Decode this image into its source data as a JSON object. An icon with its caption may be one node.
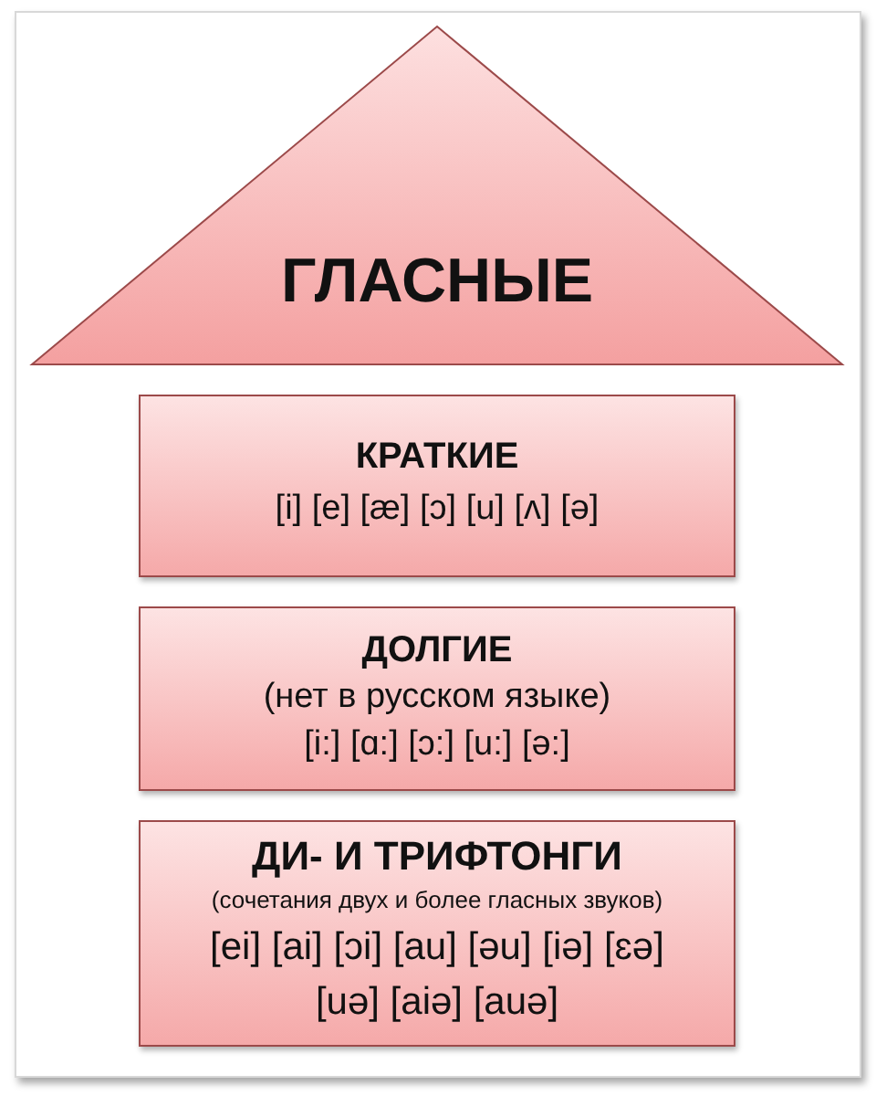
{
  "diagram": {
    "nodes": [
      {
        "text": [
          "ГЛАСНЫЕ"
        ]
      },
      {
        "text": [
          "КРАТКИЕ",
          "[i] [e] [æ] [ɔ] [u] [ʌ] [ə]"
        ]
      },
      {
        "text": [
          "ДОЛГИЕ",
          "(нет в русском языке)",
          "[i:] [ɑ:] [ɔ:] [u:] [ə:]"
        ]
      },
      {
        "text": [
          "ДИ- И ТРИФТОНГИ",
          "(сочетания двух и более гласных звуков)",
          "[ei] [ai] [ɔi] [au] [əu] [iə] [ɛə] [uə] [aiə] [auə]"
        ]
      }
    ]
  }
}
